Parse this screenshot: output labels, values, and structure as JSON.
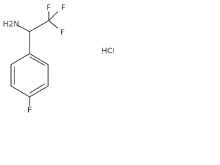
{
  "molecule": {
    "atoms": {
      "amine": "H2N",
      "fluorine_top_left": "F",
      "fluorine_top_right": "F",
      "fluorine_right": "F",
      "fluorine_para": "F"
    },
    "salt": "HCl"
  }
}
